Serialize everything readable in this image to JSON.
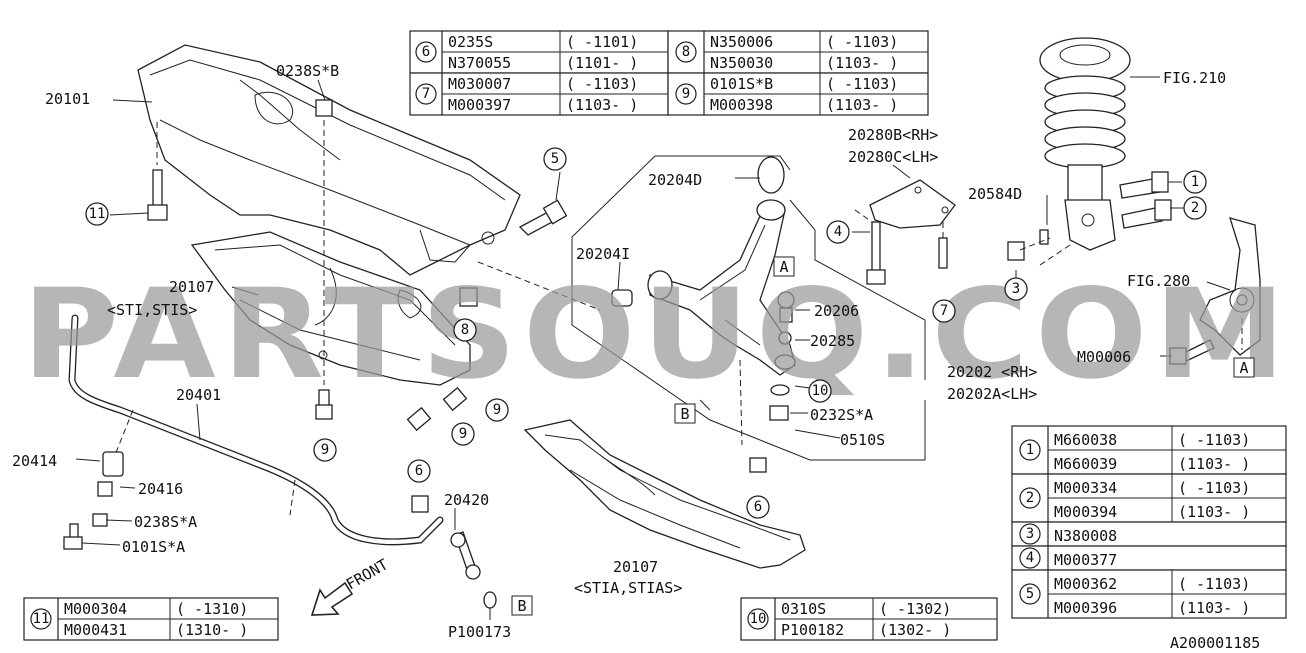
{
  "diagram_id": "A200001185",
  "watermark": "PARTSOUQ.COM",
  "front_label": "FRONT",
  "callouts": {
    "p20101": "20101",
    "p0238SB": "0238S*B",
    "p20107_top": "20107",
    "p20107_top_sub": "<STI,STIS>",
    "p20401": "20401",
    "p20414": "20414",
    "p20416": "20416",
    "p0238SA": "0238S*A",
    "p0101SA": "0101S*A",
    "p20420": "20420",
    "p100173": "P100173",
    "p20107_bot": "20107",
    "p20107_bot_sub": "<STIA,STIAS>",
    "p20204D": "20204D",
    "p20204I": "20204I",
    "p20206": "20206",
    "p20285": "20285",
    "p20202": "20202 <RH>",
    "p20202A": "20202A<LH>",
    "p0232SA": "0232S*A",
    "p0510S": "0510S",
    "p20280B": "20280B<RH>",
    "p20280C": "20280C<LH>",
    "p20584D": "20584D",
    "fig210": "FIG.210",
    "fig280": "FIG.280",
    "pM00006": "M00006"
  },
  "ref_boxes": {
    "a": "A",
    "b": "B"
  },
  "circled": {
    "n1": "1",
    "n2": "2",
    "n3": "3",
    "n4": "4",
    "n5": "5",
    "n6": "6",
    "n7": "7",
    "n8": "8",
    "n9": "9",
    "n10": "10",
    "n11": "11"
  },
  "table_top": {
    "left": [
      {
        "key": "6",
        "rows": [
          [
            "0235S",
            "( -1101)"
          ],
          [
            "N370055",
            "(1101- )"
          ]
        ]
      },
      {
        "key": "7",
        "rows": [
          [
            "M030007",
            "( -1103)"
          ],
          [
            "M000397",
            "(1103- )"
          ]
        ]
      }
    ],
    "right": [
      {
        "key": "8",
        "rows": [
          [
            "N350006",
            "( -1103)"
          ],
          [
            "N350030",
            "(1103- )"
          ]
        ]
      },
      {
        "key": "9",
        "rows": [
          [
            "0101S*B",
            "( -1103)"
          ],
          [
            "M000398",
            "(1103- )"
          ]
        ]
      }
    ]
  },
  "table_right": [
    {
      "key": "1",
      "rows": [
        [
          "M660038",
          "( -1103)"
        ],
        [
          "M660039",
          "(1103- )"
        ]
      ]
    },
    {
      "key": "2",
      "rows": [
        [
          "M000334",
          "( -1103)"
        ],
        [
          "M000394",
          "(1103- )"
        ]
      ]
    },
    {
      "key": "3",
      "rows": [
        [
          "N380008",
          ""
        ]
      ]
    },
    {
      "key": "4",
      "rows": [
        [
          "M000377",
          ""
        ]
      ]
    },
    {
      "key": "5",
      "rows": [
        [
          "M000362",
          "( -1103)"
        ],
        [
          "M000396",
          "(1103- )"
        ]
      ]
    }
  ],
  "table_11": {
    "key": "11",
    "rows": [
      [
        "M000304",
        "( -1310)"
      ],
      [
        "M000431",
        "(1310- )"
      ]
    ]
  },
  "table_10": {
    "key": "10",
    "rows": [
      [
        "0310S",
        "( -1302)"
      ],
      [
        "P100182",
        "(1302- )"
      ]
    ]
  }
}
